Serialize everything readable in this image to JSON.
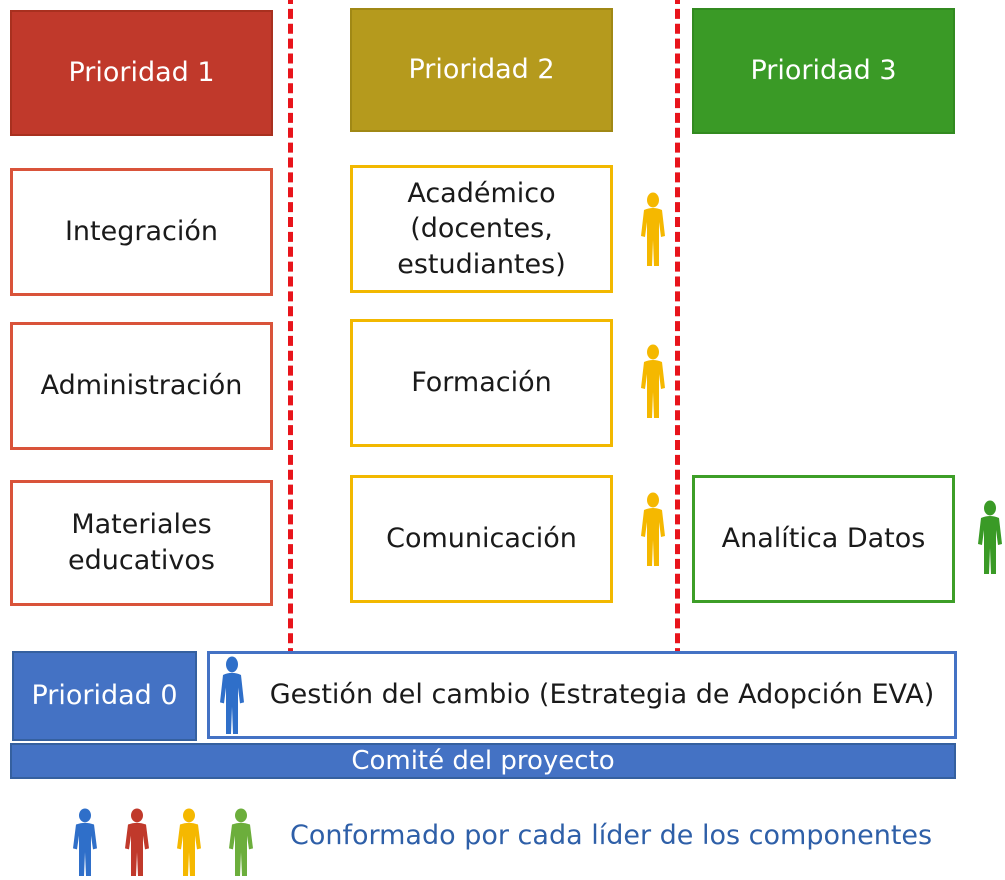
{
  "headers": {
    "p1": "Prioridad 1",
    "p2": "Prioridad 2",
    "p3": "Prioridad 3"
  },
  "priority1_items": [
    "Integración",
    "Administración",
    "Materiales educativos"
  ],
  "priority2_items": [
    "Académico (docentes, estudiantes)",
    "Formación",
    "Comunicación"
  ],
  "priority3_items": [
    "Analítica Datos"
  ],
  "p0": {
    "label": "Prioridad 0",
    "change": "Gestión del cambio (Estrategia de Adopción EVA)"
  },
  "committee": "Comité del proyecto",
  "legend": {
    "text": "Conformado por cada líder de los componentes"
  },
  "colors": {
    "red": "#c0392b",
    "gold": "#b59a1d",
    "green": "#3a9a26",
    "blue": "#4472c4",
    "person_yellow": "#f5b800",
    "person_green": "#3a9a26",
    "person_blue": "#2f6fc9",
    "person_red": "#c0392b",
    "person_lightgreen": "#6cae3c",
    "dashed": "#e8141b"
  }
}
